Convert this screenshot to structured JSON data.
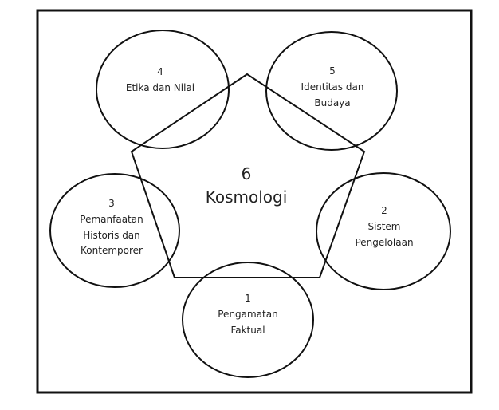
{
  "center": {
    "number": "6",
    "label": "Kosmologi"
  },
  "nodes": [
    {
      "number": "1",
      "lines": [
        "Pengamatan",
        "Faktual"
      ]
    },
    {
      "number": "2",
      "lines": [
        "Sistem",
        "Pengelolaan"
      ]
    },
    {
      "number": "3",
      "lines": [
        "Pemanfaatan",
        "Historis dan",
        "Kontemporer"
      ]
    },
    {
      "number": "4",
      "lines": [
        "Etika dan Nilai"
      ]
    },
    {
      "number": "5",
      "lines": [
        "Identitas dan",
        "Budaya"
      ]
    }
  ]
}
